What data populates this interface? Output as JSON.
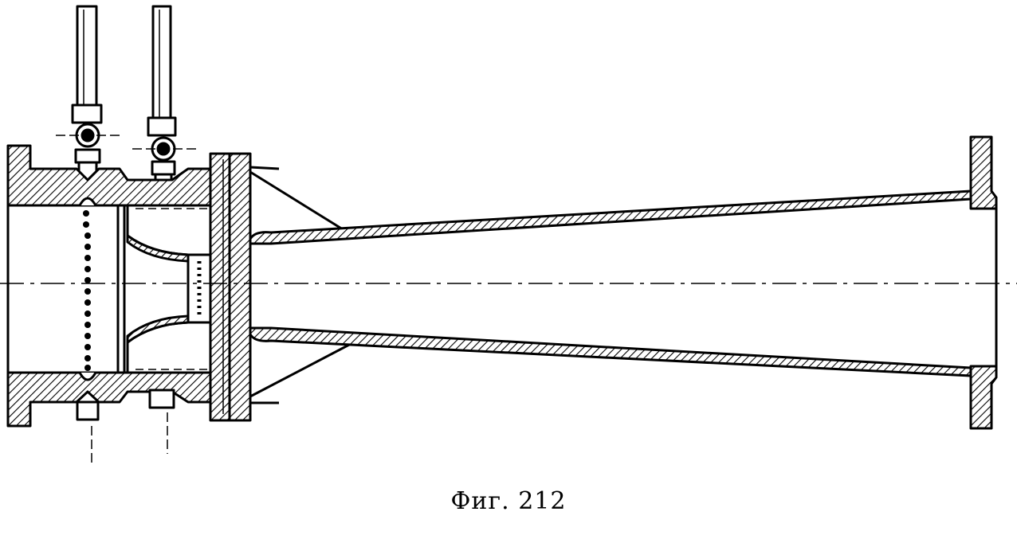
{
  "figure": {
    "caption": "Фиг. 212",
    "ink_color": "#000000",
    "paper_color": "#ffffff",
    "parts": [
      "pressure-tube-left",
      "pressure-tube-right",
      "ball-valve-left",
      "ball-valve-right",
      "inlet-flange-body",
      "perforated-screen",
      "converging-nozzle",
      "throat-flange",
      "support-ribs",
      "diverging-diffuser",
      "outlet-flange",
      "centerline"
    ]
  }
}
